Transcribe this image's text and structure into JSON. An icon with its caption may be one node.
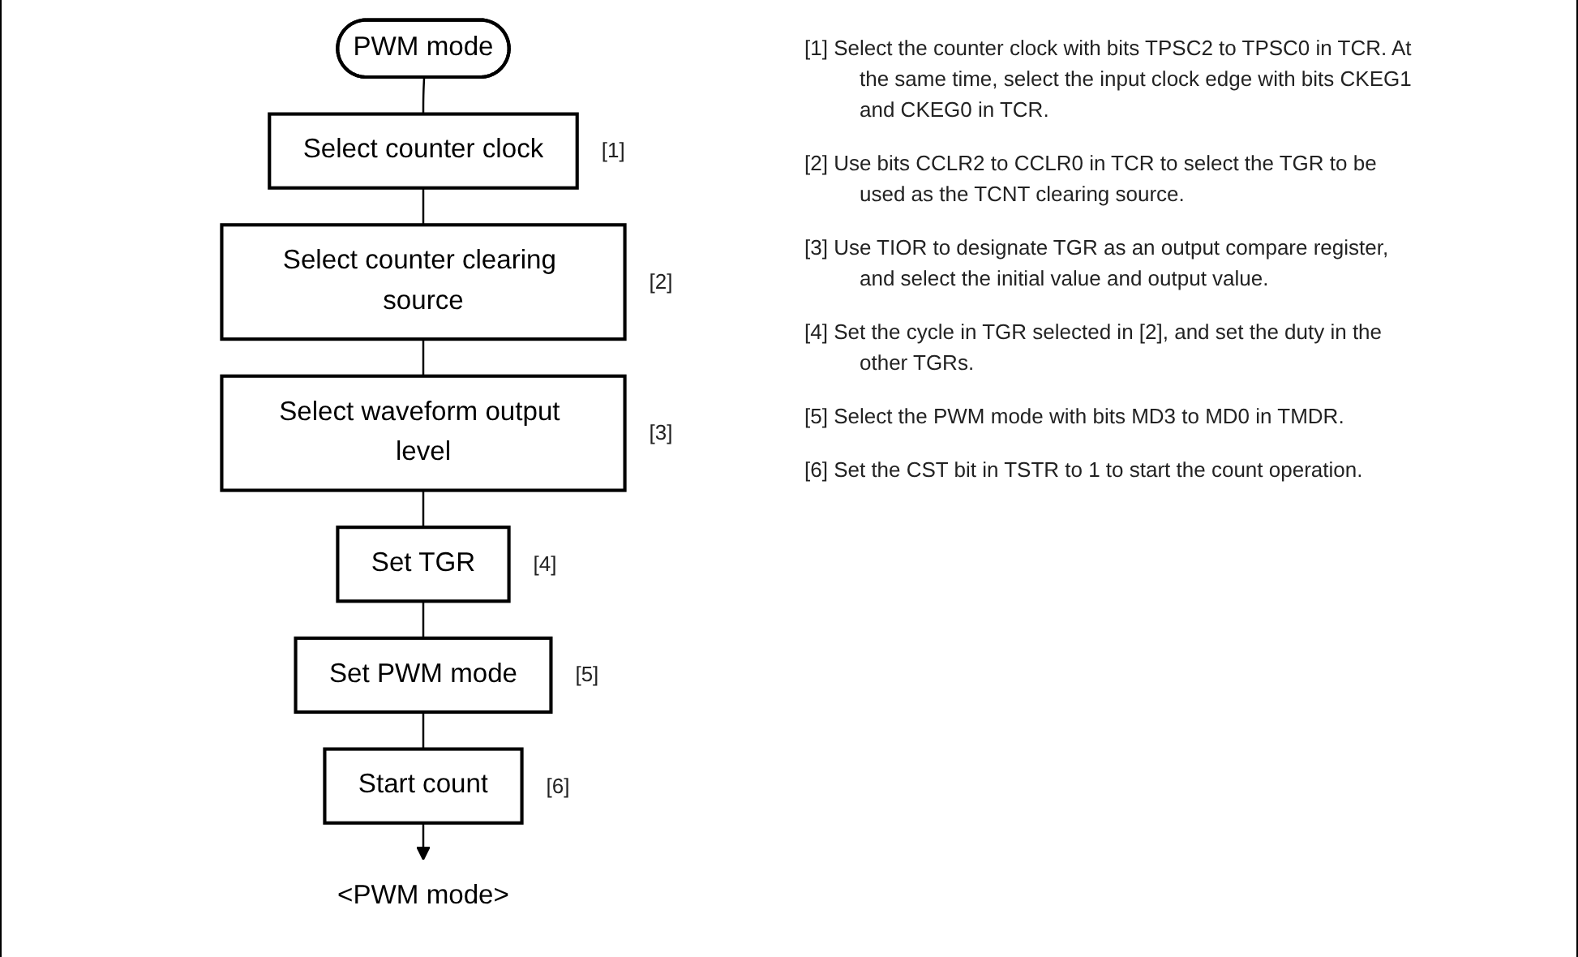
{
  "diagram": {
    "nodes": [
      {
        "text": [
          "PWM mode"
        ]
      },
      {
        "text": [
          "Select counter clock"
        ],
        "beside": [
          "[1]"
        ]
      },
      {
        "text": [
          "Select counter clearing source"
        ],
        "beside": [
          "[2]"
        ]
      },
      {
        "text": [
          "Select waveform output level"
        ],
        "beside": [
          "[3]"
        ]
      },
      {
        "text": [
          "Set TGR"
        ],
        "beside": [
          "[4]"
        ]
      },
      {
        "text": [
          "Set PWM mode"
        ],
        "beside": [
          "[5]"
        ]
      },
      {
        "text": [
          "Start count"
        ],
        "beside": [
          "[6]"
        ]
      },
      {
        "text": [
          "<PWM mode>"
        ]
      }
    ],
    "edges": [
      {
        "from": 0,
        "to": 1,
        "arrow": "none"
      },
      {
        "from": 1,
        "to": 2,
        "arrow": "none"
      },
      {
        "from": 2,
        "to": 3,
        "arrow": "none"
      },
      {
        "from": 3,
        "to": 4,
        "arrow": "none"
      },
      {
        "from": 4,
        "to": 5,
        "arrow": "none"
      },
      {
        "from": 5,
        "to": 6,
        "arrow": "none"
      },
      {
        "from": 6,
        "to": 7,
        "arrow": "to"
      }
    ],
    "labels": [
      "[1] Select the counter clock with bits TPSC2 to TPSC0 in TCR. At the same time, select the input clock edge with bits CKEG1 and CKEG0 in TCR.",
      "[2] Use bits CCLR2 to CCLR0 in TCR to select the TGR to be used as the TCNT clearing source.",
      "[3] Use TIOR to designate TGR as an output compare register, and select the initial value and output value.",
      "[4] Set the cycle in TGR selected in [2], and set the duty in the other TGRs.",
      "[5] Select the PWM mode with bits MD3 to MD0 in TMDR.",
      "[6] Set the CST bit in TSTR to 1 to start the count operation."
    ]
  }
}
